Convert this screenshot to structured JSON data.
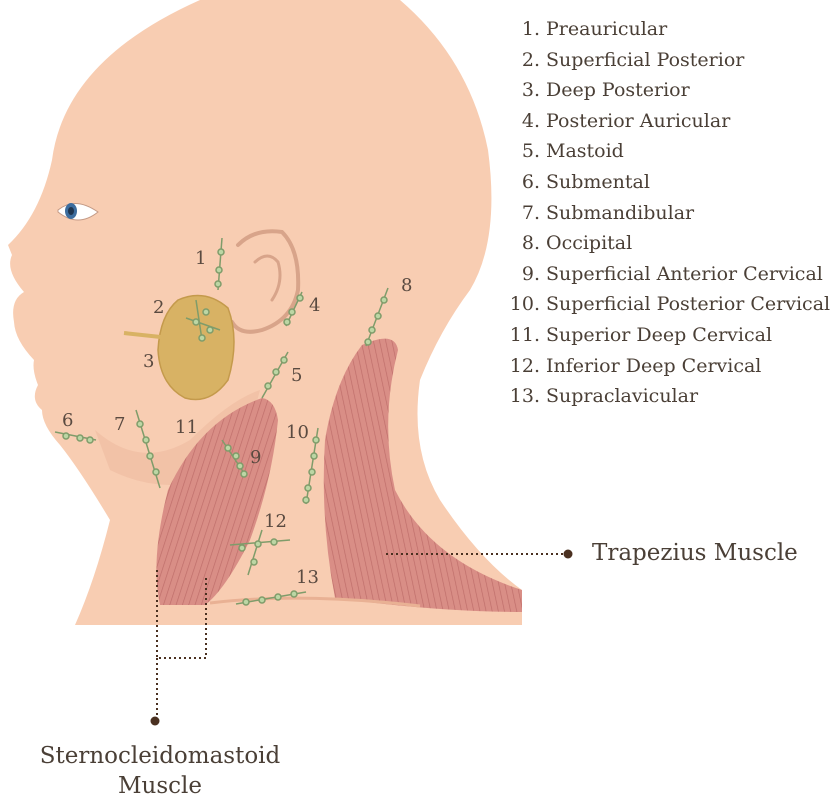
{
  "legend": [
    {
      "num": "1.",
      "label": "Preauricular"
    },
    {
      "num": "2.",
      "label": "Superficial Posterior"
    },
    {
      "num": "3.",
      "label": "Deep Posterior"
    },
    {
      "num": "4.",
      "label": "Posterior Auricular"
    },
    {
      "num": "5.",
      "label": "Mastoid"
    },
    {
      "num": "6.",
      "label": "Submental"
    },
    {
      "num": "7.",
      "label": "Submandibular"
    },
    {
      "num": "8.",
      "label": "Occipital"
    },
    {
      "num": "9.",
      "label": "Superficial Anterior Cervical"
    },
    {
      "num": "10.",
      "label": "Superficial Posterior Cervical"
    },
    {
      "num": "11.",
      "label": "Superior Deep Cervical"
    },
    {
      "num": "12.",
      "label": "Inferior Deep Cervical"
    },
    {
      "num": "13.",
      "label": "Supraclavicular"
    }
  ],
  "markers": [
    "1",
    "2",
    "3",
    "4",
    "5",
    "6",
    "7",
    "8",
    "9",
    "10",
    "11",
    "12",
    "13"
  ],
  "callouts": {
    "trapezius": "Trapezius Muscle",
    "sternocleidomastoid_line1": "Sternocleidomastoid",
    "sternocleidomastoid_line2": "Muscle"
  },
  "colors": {
    "skin": "#f8cdb2",
    "skin_shadow": "#eeb89c",
    "muscle": "#d98e86",
    "muscle_dark": "#c0706c",
    "parotid": "#d8b264",
    "node": "#bcd6a4",
    "node_edge": "#7f9c6a",
    "leader": "#4a3020"
  }
}
